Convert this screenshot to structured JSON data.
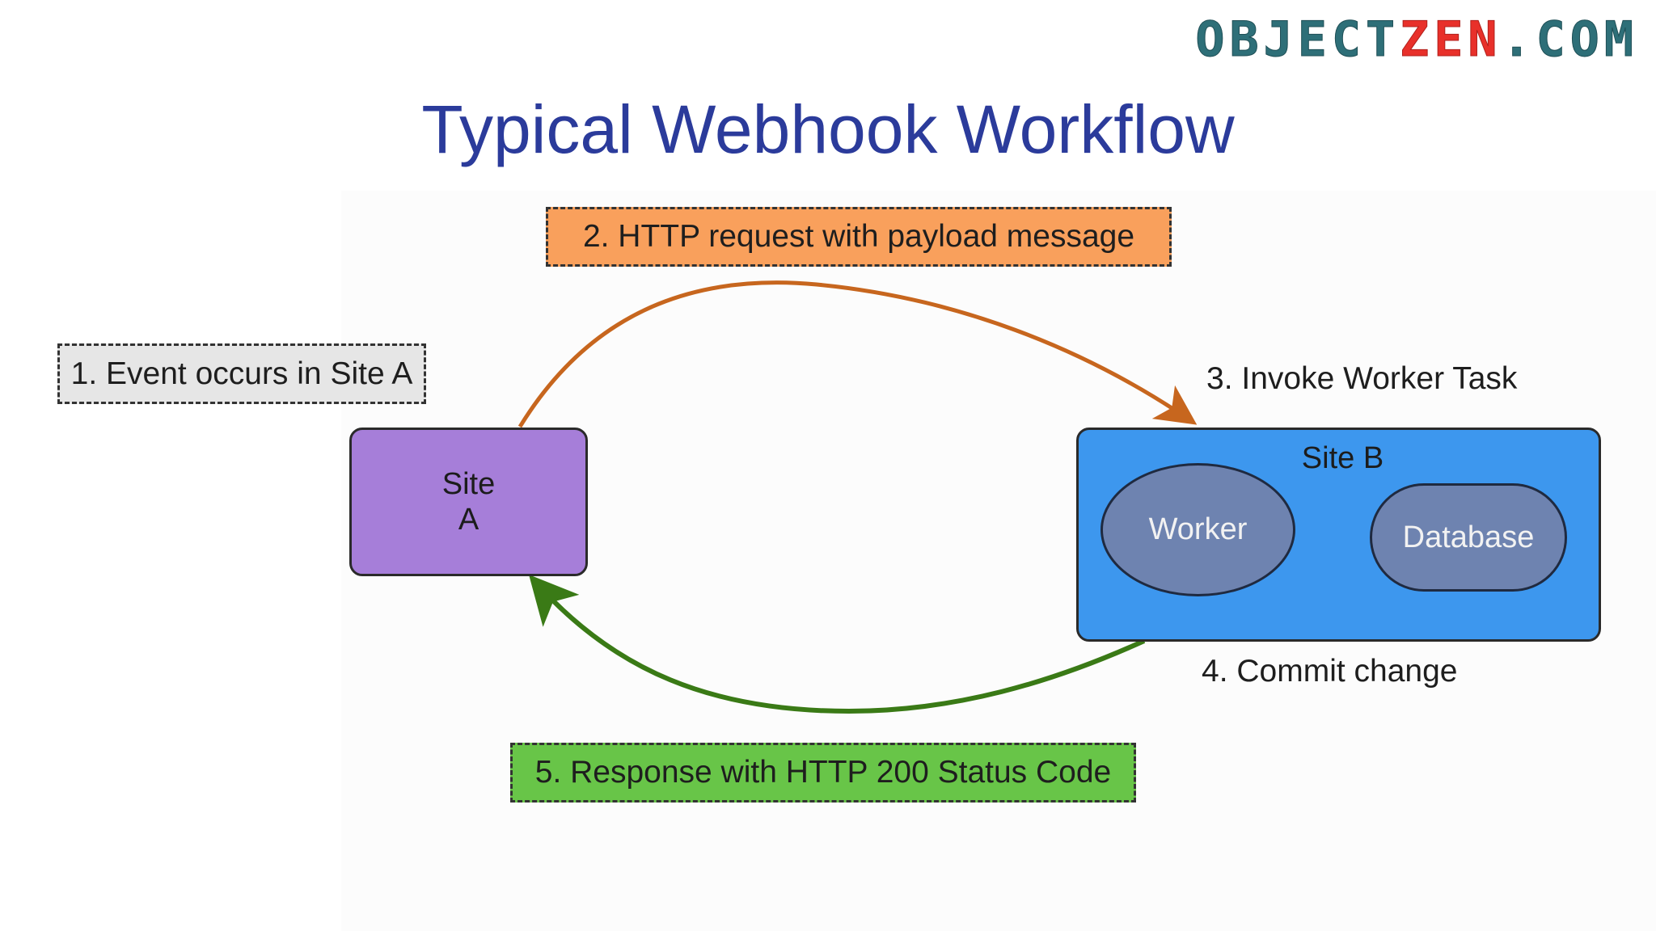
{
  "brand": {
    "part1": "OBJECT",
    "part2": "ZEN",
    "part3": ".COM"
  },
  "title": "Typical Webhook Workflow",
  "steps": {
    "step1": "1. Event occurs in Site A",
    "step2": "2. HTTP request with payload message",
    "step3": "3. Invoke Worker Task",
    "step4": "4. Commit change",
    "step5": "5. Response with HTTP 200 Status Code"
  },
  "site_a": {
    "line1": "Site",
    "line2": "A"
  },
  "site_b": {
    "title": "Site B",
    "worker": "Worker",
    "database": "Database"
  },
  "colors": {
    "site_a_fill": "#a67ed9",
    "site_b_fill": "#3d97ee",
    "node_fill": "#6e83b0",
    "step1_fill": "#e6e6e6",
    "step2_fill": "#f9a05c",
    "step5_fill": "#68c548",
    "request_arrow": "#c7661e",
    "response_arrow": "#3a7a16",
    "title": "#2b3b9b"
  }
}
